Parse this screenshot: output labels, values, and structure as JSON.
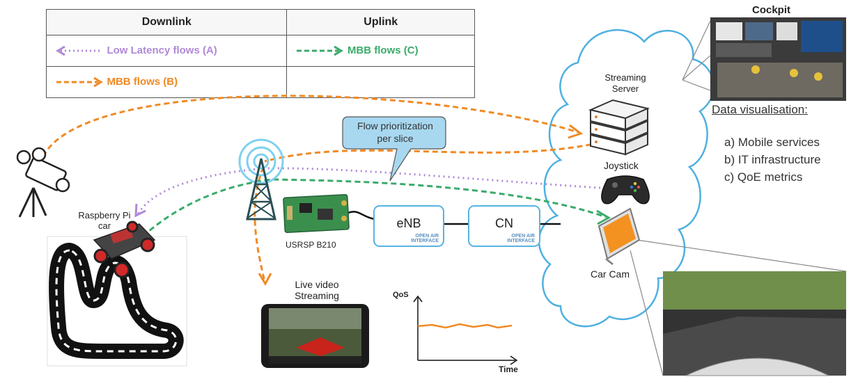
{
  "legend": {
    "header_downlink": "Downlink",
    "header_uplink": "Uplink",
    "low_latency_label": "Low Latency flows (A)",
    "mbb_downlink_label": "MBB flows (B)",
    "mbb_uplink_label": "MBB flows (C)"
  },
  "labels": {
    "raspberry_pi": "Raspberry Pi",
    "raspberry_pi_2": "car",
    "usrp": "USRSP B210",
    "live_video_1": "Live video",
    "live_video_2": "Streaming",
    "enb": "eNB",
    "cn": "CN",
    "oai_1": "OPEN AIR",
    "oai_2": "INTERFACE",
    "callout_1": "Flow prioritization",
    "callout_2": "per slice",
    "streaming_server_1": "Streaming",
    "streaming_server_2": "Server",
    "joystick": "Joystick",
    "car_cam": "Car Cam",
    "cockpit": "Cockpit",
    "data_visualisation": "Data visualisation:",
    "qos_axis": "QoS",
    "time_axis": "Time"
  },
  "visualisation_items": [
    "a) Mobile services",
    "b) IT infrastructure",
    "c) QoE metrics"
  ],
  "colors": {
    "low_latency": "#b089d6",
    "mbb_downlink": "#f08a24",
    "mbb_uplink": "#3aab6b",
    "network_box": "#58b3e0",
    "callout": "#a8d8f0"
  },
  "icons": [
    "camera-icon",
    "antenna-tower-icon",
    "usrp-board-icon",
    "server-icon",
    "joystick-icon",
    "tablet-icon",
    "smartphone-icon",
    "rc-car-icon",
    "race-track-icon"
  ]
}
